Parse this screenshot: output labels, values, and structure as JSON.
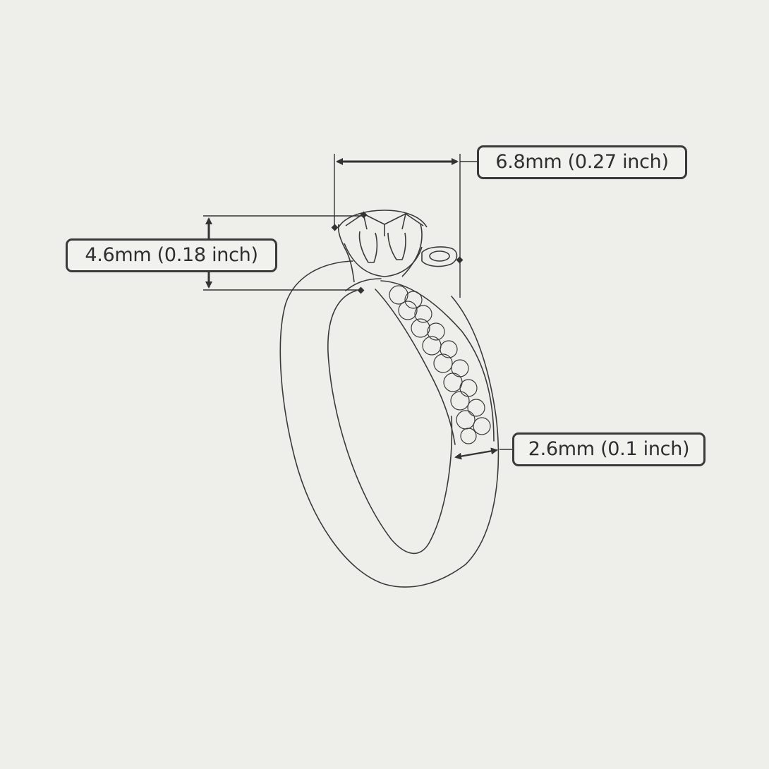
{
  "dimensions": {
    "head_width": "6.8mm (0.27 inch)",
    "head_height": "4.6mm (0.18 inch)",
    "band_width": "2.6mm (0.1 inch)"
  },
  "colors": {
    "background": "#eeeeea",
    "line": "#3a3a3a",
    "label_border": "#3a3a3a",
    "label_fill": "#f1f1ed"
  }
}
